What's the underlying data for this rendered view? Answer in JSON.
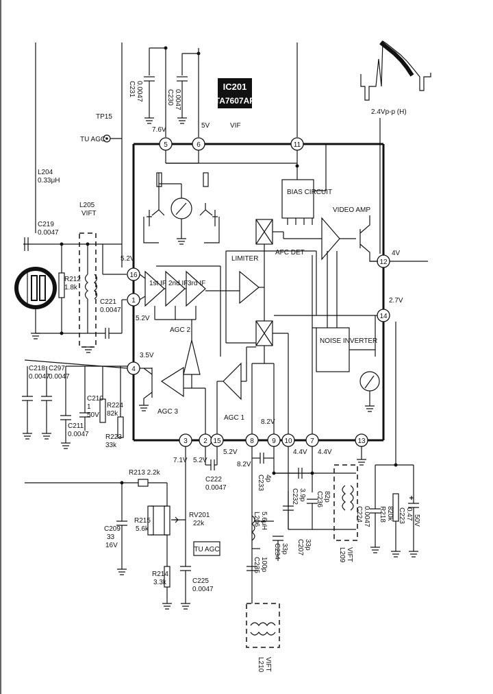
{
  "ic": {
    "ref": "IC201",
    "part": "TA7607AP",
    "function": "VIF"
  },
  "blocks": {
    "if1": "1st IF",
    "if2": "2nd IF",
    "if3": "3rd IF",
    "limiter": "LIMITER",
    "afc": "AFC DET",
    "bias": "BIAS CIRCUIT",
    "video_amp": "VIDEO AMP",
    "noise": "NOISE INVERTER",
    "agc1": "AGC 1",
    "agc2": "AGC 2",
    "agc3": "AGC 3"
  },
  "pins": [
    "5",
    "6",
    "11",
    "16",
    "1",
    "4",
    "12",
    "14",
    "3",
    "2",
    "15",
    "8",
    "9",
    "10",
    "7",
    "13"
  ],
  "voltages": {
    "p5": "7.6V",
    "p6": "5V",
    "p16": "5.2V",
    "p1": "5.2V",
    "p4": "3.5V",
    "p12": "4V",
    "p14": "2.7V",
    "p3": "7.1V",
    "p2": "5.2V",
    "p15": "5.2V",
    "p8": "8.2V",
    "p9": "8.2V",
    "p10": "4.4V",
    "p7": "4.4V"
  },
  "waveform": "2.4Vp-p (H)",
  "tp15": "TP15",
  "tu_agc": "TU AGC",
  "tu_agc_box": "TU AGC",
  "components": {
    "c231": [
      "C231",
      "0.0047"
    ],
    "c230": [
      "C230",
      "0.0047"
    ],
    "l204": [
      "L204",
      "0.33μH"
    ],
    "l205": [
      "L205",
      "VIFT"
    ],
    "c219": [
      "C219",
      "0.0047"
    ],
    "r212": [
      "R212",
      "1.8k"
    ],
    "c221": [
      "C221",
      "0.0047"
    ],
    "c218": [
      "C218",
      "0.0047"
    ],
    "c297": [
      "C297",
      "0.0047"
    ],
    "c210": [
      "C210",
      "1",
      "50V"
    ],
    "c211": [
      "C211",
      "0.0047"
    ],
    "r224": [
      "R224",
      "82k"
    ],
    "r223": [
      "R223",
      "33k"
    ],
    "r213": "R213 2.2k",
    "c209": [
      "C209",
      "33",
      "16V"
    ],
    "r215": [
      "R215",
      "5.6k"
    ],
    "rv201": [
      "RV201",
      "22k"
    ],
    "r214": [
      "R214",
      "3.3k"
    ],
    "c225": [
      "C225",
      "0.0047"
    ],
    "c222": [
      "C222",
      "0.0047"
    ],
    "c233": [
      "C233",
      "4p"
    ],
    "l206": [
      "L206",
      "5.6μH"
    ],
    "c234": [
      "C234",
      "33p"
    ],
    "c235": [
      "C235",
      "100p"
    ],
    "l210": [
      "L210",
      "VIFT"
    ],
    "c232": [
      "C232",
      "3.9p"
    ],
    "c236": [
      "C236",
      "82p"
    ],
    "c207": [
      "C207",
      "33p"
    ],
    "l209": [
      "L209",
      "VIFT"
    ],
    "c224": [
      "C224",
      "0.0047"
    ],
    "r218": [
      "R218",
      "820k"
    ],
    "c223": [
      "C223",
      "0.47",
      "50V"
    ]
  }
}
